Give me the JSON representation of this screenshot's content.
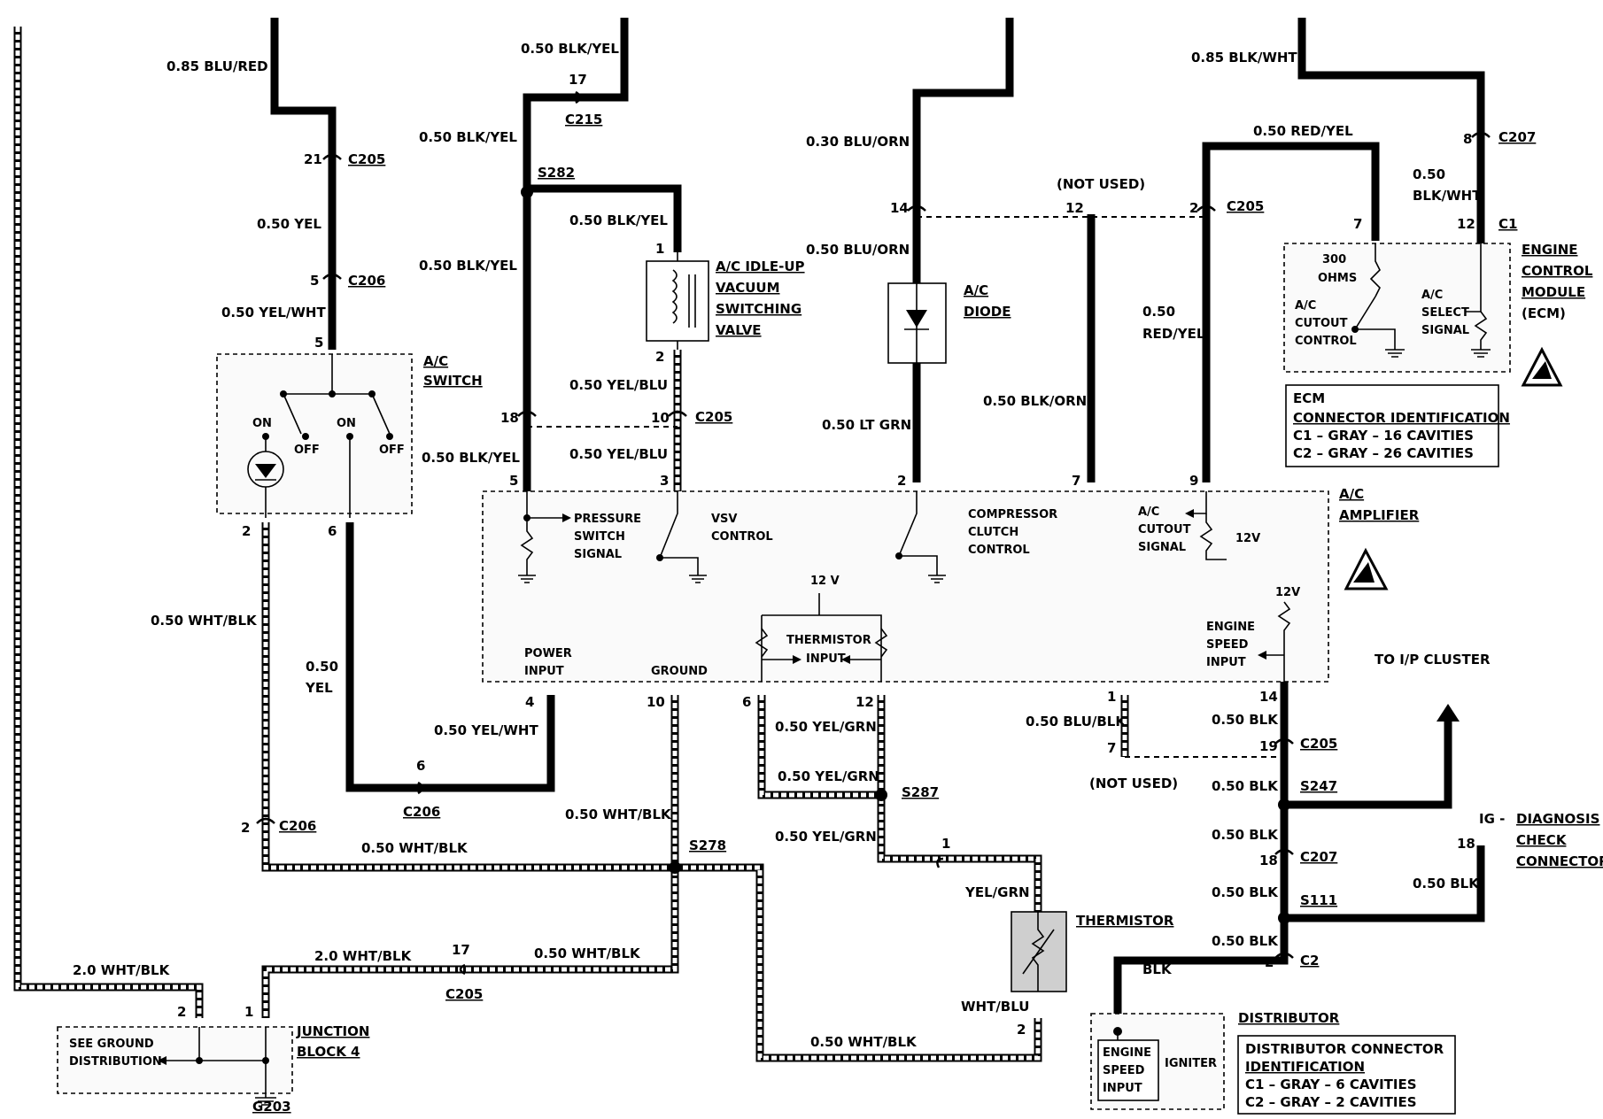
{
  "wires": {
    "w085_blu_red": "0.85 BLU/RED",
    "w050_yel": "0.50 YEL",
    "w050_yel_wht_a": "0.50 YEL/WHT",
    "w050_blk_yel_top": "0.50 BLK/YEL",
    "w050_blk_yel_1": "0.50 BLK/YEL",
    "w050_blk_yel_2": "0.50 BLK/YEL",
    "w050_blk_yel_3": "0.50 BLK/YEL",
    "w050_blk_yel_4": "0.50 BLK/YEL",
    "w050_yel_blu_1": "0.50 YEL/BLU",
    "w050_yel_blu_2": "0.50 YEL/BLU",
    "w030_blu_orn": "0.30 BLU/ORN",
    "w050_blu_orn": "0.50 BLU/ORN",
    "w050_lt_grn": "0.50 LT GRN",
    "not_used_top": "(NOT USED)",
    "w050_blk_orn": "0.50 BLK/ORN",
    "w050_red_yel_top": "0.50 RED/YEL",
    "w050_red_yel_a": "0.50",
    "w050_red_yel_b": "RED/YEL",
    "w085_blk_wht": "0.85 BLK/WHT",
    "w050_blk_wht_a": "0.50",
    "w050_blk_wht_b": "BLK/WHT",
    "w050_wht_blk_1": "0.50 WHT/BLK",
    "w050_yel_a": "0.50",
    "w050_yel_b": "YEL",
    "w050_yel_wht_b": "0.50 YEL/WHT",
    "w050_wht_blk_2": "0.50 WHT/BLK",
    "w050_wht_blk_3": "0.50 WHT/BLK",
    "w050_yel_grn_1": "0.50 YEL/GRN",
    "w050_yel_grn_2": "0.50 YEL/GRN",
    "w050_yel_grn_3": "0.50 YEL/GRN",
    "yel_grn": "YEL/GRN",
    "wht_blu": "WHT/BLU",
    "w050_wht_blk_4": "0.50 WHT/BLK",
    "w20_wht_blk_1": "2.0 WHT/BLK",
    "w20_wht_blk_2": "2.0 WHT/BLK",
    "w050_wht_blk_5": "0.50 WHT/BLK",
    "w050_blu_blk": "0.50 BLU/BLK",
    "not_used_bottom": "(NOT USED)",
    "w050_blk_1": "0.50 BLK",
    "w050_blk_2": "0.50 BLK",
    "w050_blk_3": "0.50 BLK",
    "w050_blk_4": "0.50 BLK",
    "w050_blk_5": "0.50 BLK",
    "w050_blk_6": "0.50 BLK",
    "blk": "BLK"
  },
  "connectors": {
    "c205": "C205",
    "c206": "C206",
    "c215": "C215",
    "c207": "C207",
    "c1": "C1",
    "c2": "C2",
    "s282": "S282",
    "s278": "S278",
    "s287": "S287",
    "s247": "S247",
    "s111": "S111",
    "g203": "G203"
  },
  "pins": {
    "p21": "21",
    "p5a": "5",
    "p5b": "5",
    "p17a": "17",
    "p1a": "1",
    "p2a": "2",
    "p18a": "18",
    "p10a": "10",
    "p5c": "5",
    "p3": "3",
    "p14a": "14",
    "p12a": "12",
    "p2b": "2",
    "p2c": "2",
    "p7a": "7",
    "p9": "9",
    "p8": "8",
    "p7b": "7",
    "p12b": "12",
    "p2d": "2",
    "p6a": "6",
    "p4": "4",
    "p10b": "10",
    "p6b": "6",
    "p12c": "12",
    "p1b": "1",
    "p7c": "7",
    "p14b": "14",
    "p19": "19",
    "p6c": "6",
    "p2e": "2",
    "p18b": "18",
    "p2f": "2",
    "p1c": "1",
    "p17b": "17",
    "p2g": "2",
    "p1d": "1",
    "p18c": "18"
  },
  "components": {
    "ac_switch_a": "A/C",
    "ac_switch_b": "SWITCH",
    "on1": "ON",
    "off1": "OFF",
    "on2": "ON",
    "off2": "OFF",
    "vsv_a": "A/C IDLE-UP",
    "vsv_b": "VACUUM",
    "vsv_c": "SWITCHING",
    "vsv_d": "VALVE",
    "diode_a": "A/C",
    "diode_b": "DIODE",
    "ecm_a": "ENGINE",
    "ecm_b": "CONTROL",
    "ecm_c": "MODULE",
    "ecm_d": "(ECM)",
    "ohms_a": "300",
    "ohms_b": "OHMS",
    "cutout_a": "A/C",
    "cutout_b": "CUTOUT",
    "cutout_c": "CONTROL",
    "select_a": "A/C",
    "select_b": "SELECT",
    "select_c": "SIGNAL",
    "amp_a": "A/C",
    "amp_b": "AMPLIFIER",
    "pressure_a": "PRESSURE",
    "pressure_b": "SWITCH",
    "pressure_c": "SIGNAL",
    "vsvc_a": "VSV",
    "vsvc_b": "CONTROL",
    "clutch_a": "COMPRESSOR",
    "clutch_b": "CLUTCH",
    "clutch_c": "CONTROL",
    "acc_a": "A/C",
    "acc_b": "CUTOUT",
    "acc_c": "SIGNAL",
    "v12a": "12V",
    "v12b": "12 V",
    "v12c": "12V",
    "therm_in_a": "THERMISTOR",
    "therm_in_b": "INPUT",
    "power_a": "POWER",
    "power_b": "INPUT",
    "ground": "GROUND",
    "esi_a": "ENGINE",
    "esi_b": "SPEED",
    "esi_c": "INPUT",
    "ip_cluster": "TO I/P CLUSTER",
    "ig": "IG -",
    "diag_a": "DIAGNOSIS",
    "diag_b": "CHECK",
    "diag_c": "CONNECTOR",
    "thermistor": "THERMISTOR",
    "see_ground_a": "SEE GROUND",
    "see_ground_b": "DISTRIBUTION",
    "jb_a": "JUNCTION",
    "jb_b": "BLOCK 4",
    "distributor": "DISTRIBUTOR",
    "dist_esi_a": "ENGINE",
    "dist_esi_b": "SPEED",
    "dist_esi_c": "INPUT",
    "igniter": "IGNITER"
  },
  "notes": {
    "ecm_conn_title": "ECM",
    "ecm_conn_title2": "CONNECTOR IDENTIFICATION",
    "ecm_c1": "C1 – GRAY – 16 CAVITIES",
    "ecm_c2": "C2 – GRAY – 26 CAVITIES",
    "dist_title": "DISTRIBUTOR CONNECTOR",
    "dist_title2": "IDENTIFICATION",
    "dist_c1": "C1 – GRAY – 6 CAVITIES",
    "dist_c2": "C2 – GRAY – 2 CAVITIES"
  }
}
